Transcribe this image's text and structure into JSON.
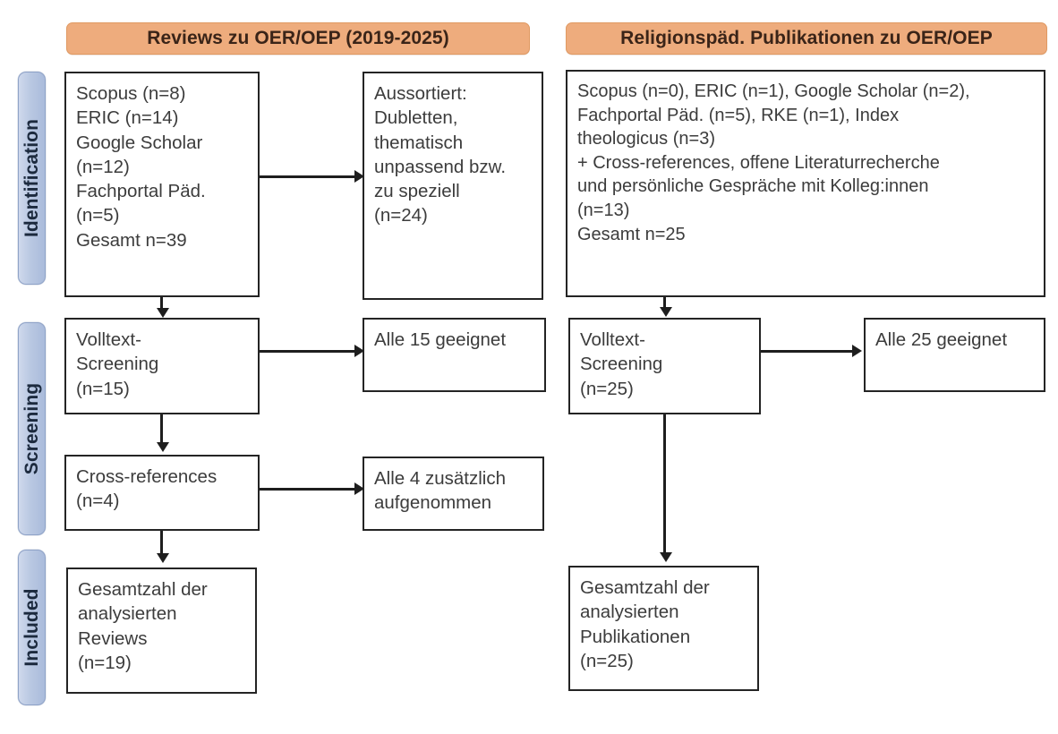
{
  "diagram": {
    "type": "prisma-flow-diagram",
    "columns": [
      {
        "id": "left",
        "header": "Reviews zu OER/OEP (2019-2025)"
      },
      {
        "id": "right",
        "header": "Religionspäd. Publikationen zu OER/OEP"
      }
    ],
    "stages": [
      {
        "id": "identification",
        "label": "Identification"
      },
      {
        "id": "screening",
        "label": "Screening"
      },
      {
        "id": "included",
        "label": "Included"
      }
    ],
    "colors": {
      "header_fill": "#eeac7d",
      "stage_fill": "#b9c8e2",
      "box_border": "#242424",
      "text": "#3c3c3c",
      "background": "#ffffff"
    },
    "nodes": {
      "left_identification": "Scopus (n=8)\nERIC (n=14)\nGoogle Scholar\n(n=12)\nFachportal Päd.\n(n=5)\nGesamt n=39",
      "left_excluded": "Aussortiert:\nDubletten,\nthematisch\nunpassend bzw.\nzu speziell\n(n=24)",
      "left_screening": "Volltext-\nScreening\n(n=15)",
      "left_screening_result": "Alle 15 geeignet",
      "left_crossrefs": "Cross-references\n(n=4)",
      "left_crossrefs_result": "Alle 4 zusätzlich\naufgenommen",
      "left_included": "Gesamtzahl der\nanalysierten\nReviews\n(n=19)",
      "right_identification": "Scopus (n=0), ERIC (n=1), Google Scholar (n=2),\nFachportal Päd. (n=5), RKE (n=1), Index\ntheologicus (n=3)\n+ Cross-references, offene Literaturrecherche\nund persönliche Gespräche mit Kolleg:innen\n(n=13)\nGesamt n=25",
      "right_screening": "Volltext-\nScreening\n(n=25)",
      "right_screening_result": "Alle 25 geeignet",
      "right_included": "Gesamtzahl der\nanalysierten\nPublikationen\n(n=25)"
    },
    "counts": {
      "left_scopus": 8,
      "left_eric": 14,
      "left_google_scholar": 12,
      "left_fachportal": 5,
      "left_total": 39,
      "left_excluded": 24,
      "left_fulltext_screening": 15,
      "left_screening_suitable": 15,
      "left_crossrefs": 4,
      "left_crossrefs_added": 4,
      "left_included_total": 19,
      "right_scopus": 0,
      "right_eric": 1,
      "right_google_scholar": 2,
      "right_fachportal": 5,
      "right_rke": 1,
      "right_index_theologicus": 3,
      "right_additional_sources": 13,
      "right_total": 25,
      "right_fulltext_screening": 25,
      "right_screening_suitable": 25,
      "right_included_total": 25
    }
  }
}
